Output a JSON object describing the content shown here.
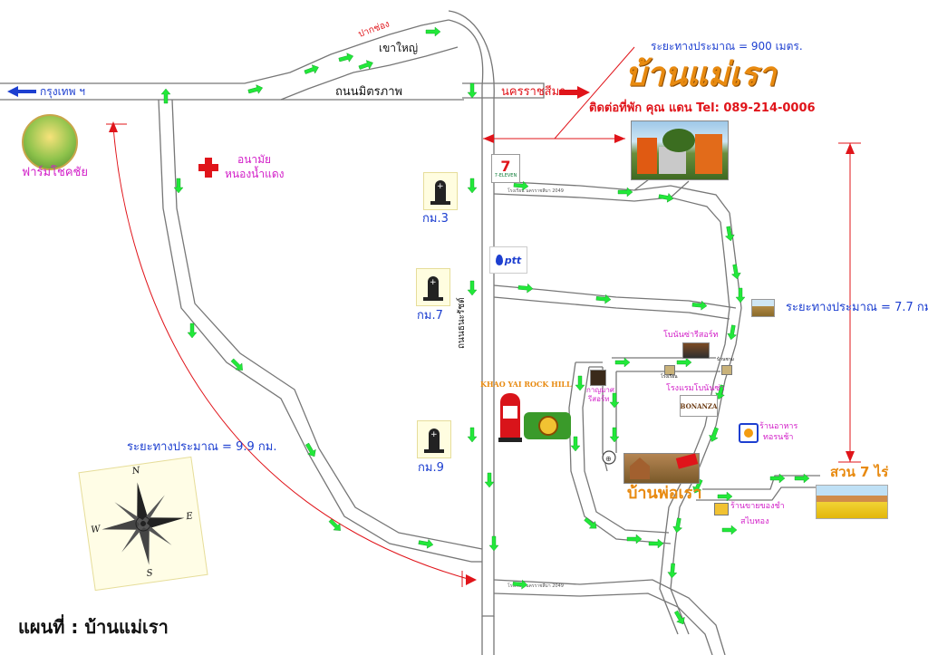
{
  "title": "แผนที่ : บ้านแม่เรา",
  "brand": {
    "logo_text": "บ้านแม่เรา",
    "contact": "ติดต่อที่พัก คุณ แดน  Tel: 089-214-0006",
    "distance_note": "ระยะทางประมาณ = 900 เมตร."
  },
  "roads": {
    "bangkok": "กรุงเทพ ฯ",
    "mittraphap": "ถนนมิตรภาพ",
    "nakhon_ratchasima": "นครราชสีมา",
    "khao_yai": "เขาใหญ่",
    "pak_chong": "ปากช่อง",
    "thanarat": "ถนนธนะรัชต์"
  },
  "places": {
    "farm": "ฟาร์มโชคชัย",
    "health1": "อนามัย",
    "health2": "หนองน้ำแดง",
    "rock_hill": "KHAO YAI ROCK HILL",
    "bonanza_resort": "โบนันซ่ารีสอร์ท",
    "bonanza_hotel": "โรงแรมโบนันซ่า",
    "bonanza": "BONANZA",
    "kanyamas1": "กาญมาศ",
    "kanyamas2": "รีสอร์ท",
    "restaurant1": "ร้านอาหาร",
    "restaurant2": "ทอรนช้า",
    "shop1": "ร้านขายของชำ",
    "shop2": "สไบทอง",
    "baan_phor_rao": "บ้านพ่อเรา",
    "suan_7_rai": "สวน 7 ไร่",
    "seven_eleven": "7-ELEVEN",
    "ptt": "ptt",
    "tiny1": "โรงเรียน",
    "tiny2": "บ้านชาม"
  },
  "markers": {
    "km3": "กม.3",
    "km7": "กม.7",
    "km9": "กม.9"
  },
  "distances": {
    "d99": "ระยะทางประมาณ = 9.9 กม.",
    "d77": "ระยะทางประมาณ = 7.7 กม."
  },
  "compass": {
    "n": "N",
    "e": "E",
    "s": "S",
    "w": "W"
  },
  "colors": {
    "road": "#7b7b7b",
    "arrow": "#22e83a",
    "route_blue": "#1d3fd0",
    "accent_red": "#e0141a",
    "accent_magenta": "#d21ec8",
    "accent_orange": "#e88a10"
  }
}
